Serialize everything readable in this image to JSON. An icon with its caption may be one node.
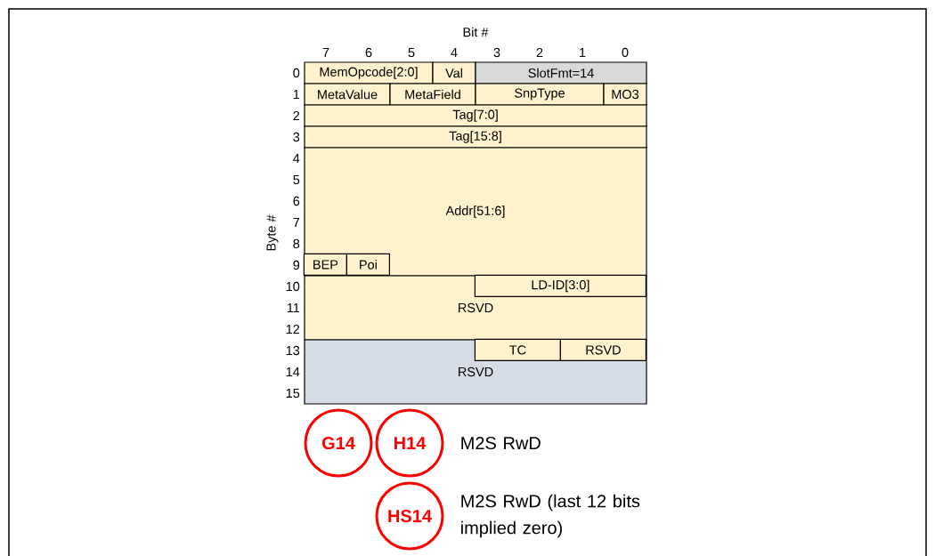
{
  "diagram": {
    "nodes": [
      {
        "text": [
          "MemOpcode[2:0]"
        ]
      },
      {
        "text": [
          "Val"
        ]
      },
      {
        "text": [
          "SlotFmt=14"
        ]
      },
      {
        "text": [
          "MetaValue"
        ]
      },
      {
        "text": [
          "MetaField"
        ]
      },
      {
        "text": [
          "SnpType"
        ]
      },
      {
        "text": [
          "MO3"
        ]
      },
      {
        "text": [
          "Tag[7:0]"
        ]
      },
      {
        "text": [
          "Tag[15:8]"
        ]
      },
      {
        "text": [
          "Addr[51:6]"
        ]
      },
      {
        "text": [
          "BEP"
        ],
        "in": 9
      },
      {
        "text": [
          "Poi"
        ],
        "in": 9
      },
      {
        "text": [
          "RSVD"
        ]
      },
      {
        "text": [
          "LD-ID[3:0]"
        ],
        "in": 12
      },
      {
        "text": [
          "RSVD"
        ]
      },
      {
        "text": [
          "TC"
        ],
        "in": 14
      },
      {
        "text": [
          "RSVD"
        ],
        "in": 14
      },
      {
        "text": [
          "G14"
        ]
      },
      {
        "text": [
          "H14"
        ],
        "beside": [
          "M2S RwD"
        ]
      },
      {
        "text": [
          "HS14"
        ],
        "beside": [
          "M2S RwD (last 12 bits implied zero)"
        ]
      }
    ],
    "labels": [
      "Bit #",
      "7",
      "6",
      "5",
      "4",
      "3",
      "2",
      "1",
      "0",
      "0",
      "1",
      "2",
      "3",
      "4",
      "5",
      "6",
      "7",
      "8",
      "9",
      "10",
      "11",
      "12",
      "13",
      "14",
      "15",
      "Byte #"
    ]
  }
}
